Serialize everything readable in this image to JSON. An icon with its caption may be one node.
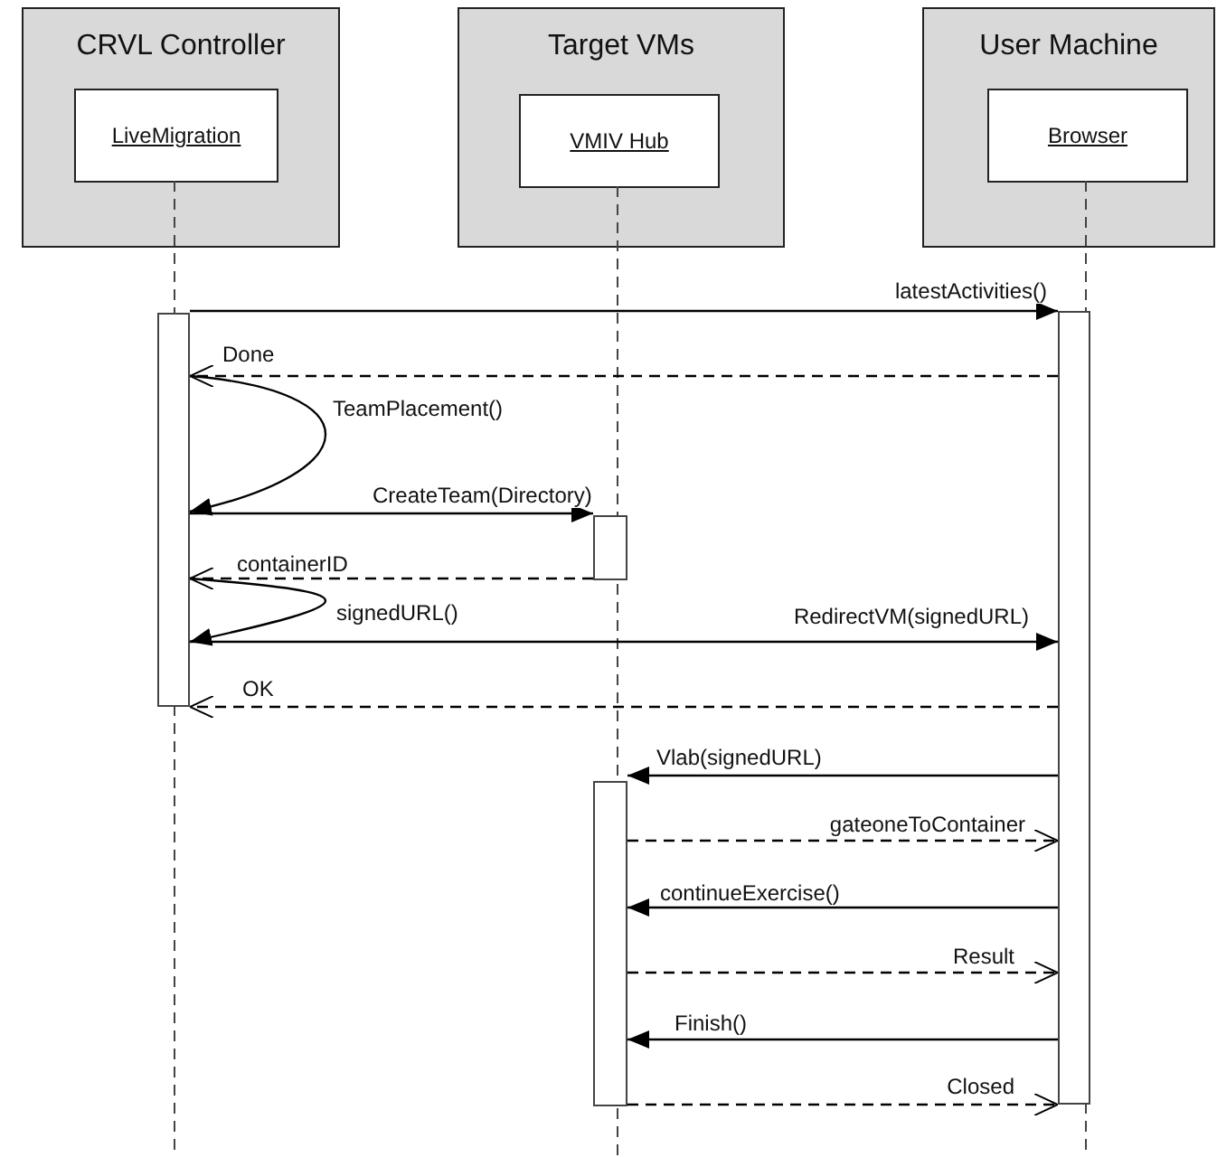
{
  "diagram": {
    "nodes": [
      {
        "text": [
          "CRVL Controller"
        ]
      },
      {
        "text": [
          "Target VMs"
        ]
      },
      {
        "text": [
          "User Machine"
        ]
      },
      {
        "text": [
          "LiveMigration"
        ],
        "in": 0
      },
      {
        "text": [
          "VMIV Hub"
        ],
        "in": 1
      },
      {
        "text": [
          "Browser"
        ],
        "in": 2
      },
      {
        "text": [],
        "shape": "bar"
      },
      {
        "text": [],
        "shape": "bar"
      },
      {
        "text": [],
        "shape": "bar"
      },
      {
        "text": [],
        "shape": "bar"
      }
    ],
    "edges": [
      {
        "from": 6,
        "to": 7,
        "arrow": "to",
        "label": "latestActivities()"
      },
      {
        "from": 7,
        "to": 6,
        "arrow": "to",
        "label": "Done",
        "style": "dashed"
      },
      {
        "from": 6,
        "to": 6,
        "arrow": "to",
        "label": "TeamPlacement()"
      },
      {
        "from": 6,
        "to": 8,
        "arrow": "to",
        "label": "CreateTeam(Directory)"
      },
      {
        "from": 8,
        "to": 6,
        "arrow": "to",
        "label": "containerID",
        "style": "dashed"
      },
      {
        "from": 6,
        "to": 6,
        "arrow": "to",
        "label": "signedURL()"
      },
      {
        "from": 6,
        "to": 7,
        "arrow": "to",
        "label": "RedirectVM(signedURL)"
      },
      {
        "from": 7,
        "to": 6,
        "arrow": "to",
        "label": "OK",
        "style": "dashed"
      },
      {
        "from": 7,
        "to": 9,
        "arrow": "to",
        "label": "Vlab(signedURL)"
      },
      {
        "from": 9,
        "to": 7,
        "arrow": "to",
        "label": "gateoneToContainer",
        "style": "dashed"
      },
      {
        "from": 7,
        "to": 9,
        "arrow": "to",
        "label": "continueExercise()"
      },
      {
        "from": 9,
        "to": 7,
        "arrow": "to",
        "label": "Result",
        "style": "dashed"
      },
      {
        "from": 7,
        "to": 9,
        "arrow": "to",
        "label": "Finish()"
      },
      {
        "from": 9,
        "to": 7,
        "arrow": "to",
        "label": "Closed",
        "style": "dashed"
      }
    ]
  }
}
